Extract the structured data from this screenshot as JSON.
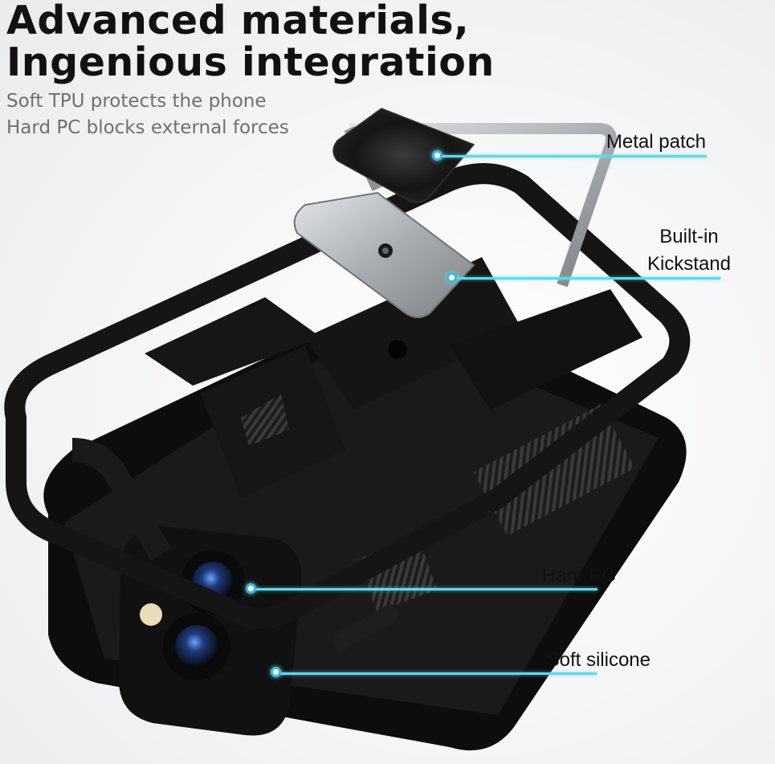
{
  "headline": {
    "line1": "Advanced materials,",
    "line2": "Ingenious integration"
  },
  "subtitle": {
    "line1": "Soft TPU protects the phone",
    "line2": "Hard PC blocks external forces"
  },
  "callouts": [
    {
      "id": "metal-patch",
      "lines": [
        "Metal patch"
      ]
    },
    {
      "id": "kickstand",
      "lines": [
        "Built-in",
        "Kickstand"
      ]
    },
    {
      "id": "hard-pc",
      "lines": [
        "Hard PC"
      ]
    },
    {
      "id": "soft-silicone",
      "lines": [
        "Soft silicone"
      ]
    }
  ],
  "colors": {
    "accent_line": "#5fd8ea",
    "case_black": "#141414",
    "kickstand_silver": "#b9bcbf"
  }
}
